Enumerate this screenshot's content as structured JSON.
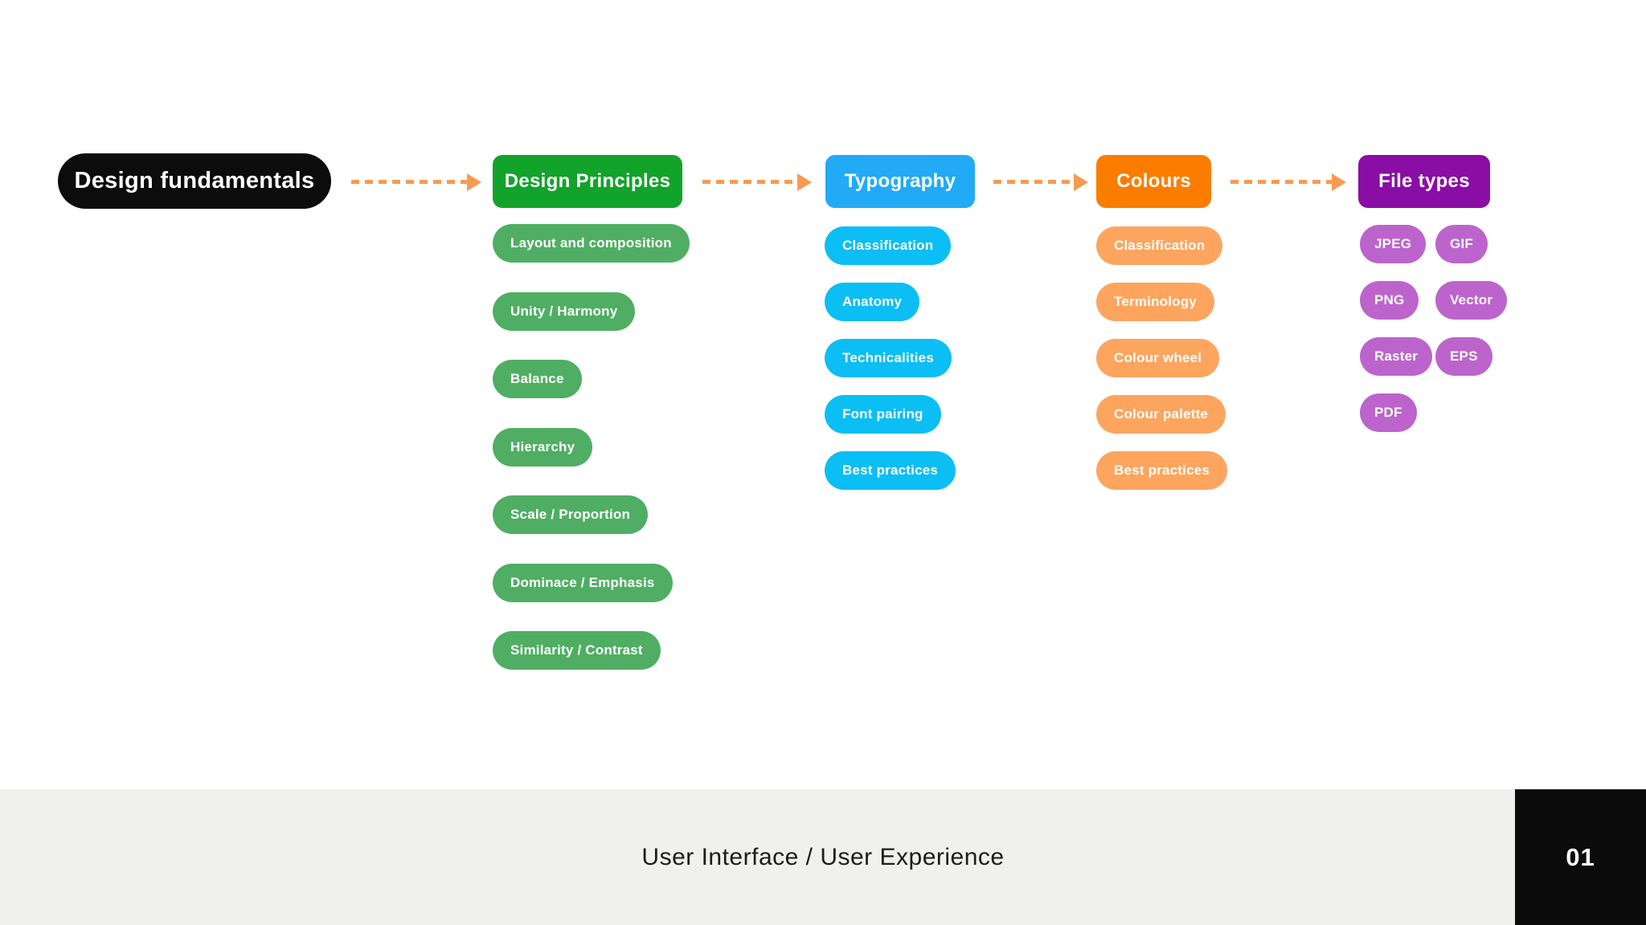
{
  "root": {
    "label": "Design fundamentals",
    "bg": "#0c0c0c"
  },
  "columns": [
    {
      "label": "Design Principles",
      "header_bg": "#12a32b",
      "item_bg": "#4fae63",
      "items": [
        "Layout and composition",
        "Unity / Harmony",
        "Balance",
        "Hierarchy",
        "Scale / Proportion",
        "Dominace / Emphasis",
        "Similarity / Contrast"
      ]
    },
    {
      "label": "Typography",
      "header_bg": "#22aaf6",
      "item_bg": "#0bbef3",
      "items": [
        "Classification",
        "Anatomy",
        "Technicalities",
        "Font pairing",
        "Best practices"
      ]
    },
    {
      "label": "Colours",
      "header_bg": "#fb7d00",
      "item_bg": "#fda55f",
      "items": [
        "Classification",
        "Terminology",
        "Colour wheel",
        "Colour palette",
        "Best practices"
      ]
    },
    {
      "label": "File types",
      "header_bg": "#8a0da5",
      "item_bg": "#bc64cc",
      "items": [
        "JPEG",
        "GIF",
        "PNG",
        "Vector",
        "Raster",
        "EPS",
        "PDF"
      ]
    }
  ],
  "connector": {
    "color": "#f89b51",
    "style": "dashed-arrow-right"
  },
  "footer": {
    "caption": "User Interface / User Experience",
    "page_number": "01",
    "bg": "#f0f0ef",
    "page_box_bg": "#0b0b0b"
  }
}
